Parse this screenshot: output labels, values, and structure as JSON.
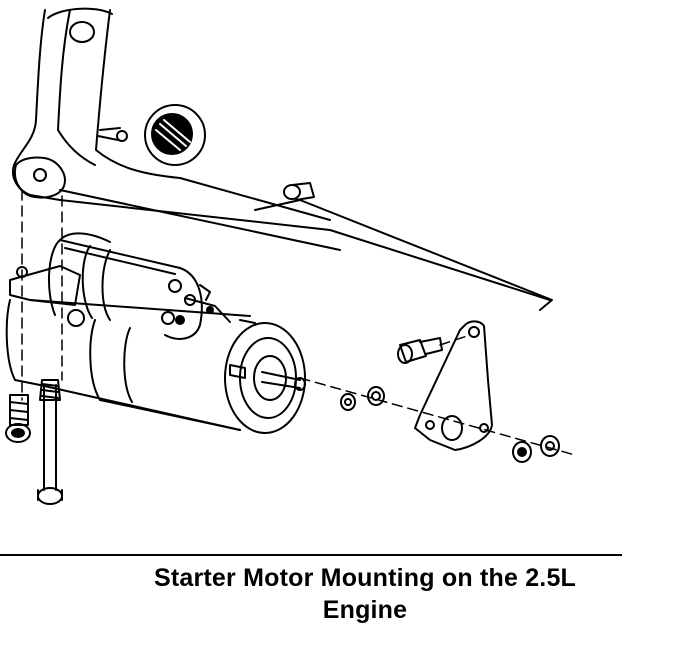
{
  "caption": {
    "line1": "Starter Motor Mounting on the 2.5L",
    "line2": "Engine"
  },
  "colors": {
    "ink": "#000000",
    "paper": "#ffffff"
  },
  "icons": [
    "starter-motor-illustration",
    "bolt-icon",
    "nut-icon",
    "washer-icon",
    "bracket-icon"
  ]
}
